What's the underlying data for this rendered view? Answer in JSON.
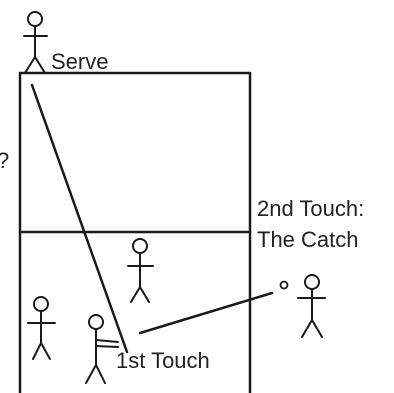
{
  "labels": {
    "serve": "Serve",
    "question": "?",
    "second_touch_line1": "2nd Touch:",
    "second_touch_line2": "The Catch",
    "first_touch": "1st Touch"
  }
}
